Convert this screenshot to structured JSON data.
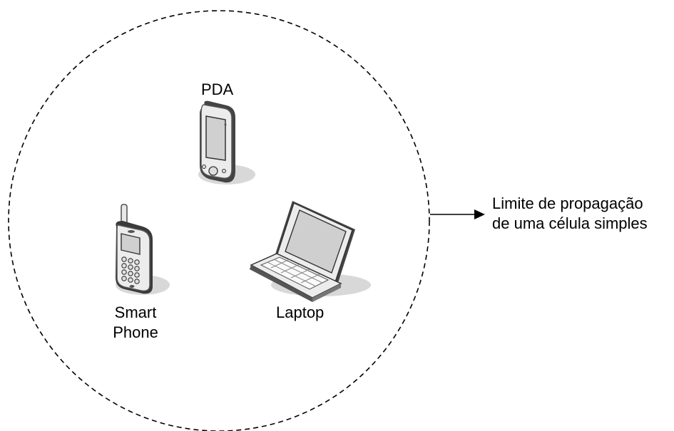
{
  "diagram": {
    "boundary_label": [
      "Limite de propagação",
      "de uma célula simples"
    ],
    "devices": {
      "pda": {
        "label": "PDA",
        "icon": "pda-icon"
      },
      "smartphone": {
        "label_line1": "Smart",
        "label_line2": "Phone",
        "icon": "smartphone-icon"
      },
      "laptop": {
        "label": "Laptop",
        "icon": "laptop-icon"
      }
    },
    "colors": {
      "stroke": "#000000",
      "device_body": "#e6e6e6",
      "device_dark": "#555555",
      "screen": "#d9d9d9",
      "shadow": "#d0d0d0"
    }
  }
}
